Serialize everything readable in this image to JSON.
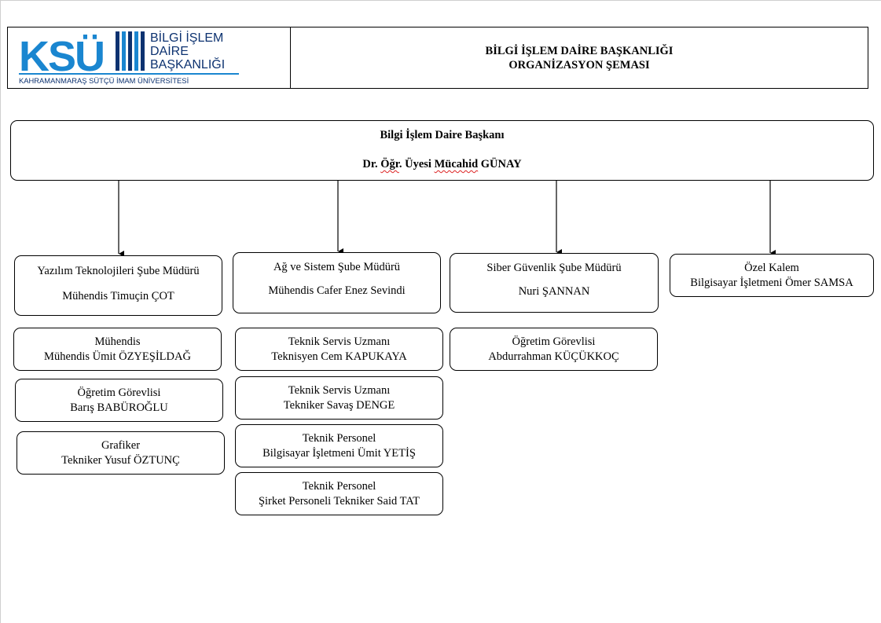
{
  "header": {
    "logo": {
      "acronym": "KSÜ",
      "unit_line1": "BİLGİ İŞLEM",
      "unit_line2": "DAİRE",
      "unit_line3": "BAŞKANLIĞI",
      "university": "KAHRAMANMARAŞ SÜTÇÜ İMAM ÜNİVERSİTESİ",
      "colors": {
        "blue": "#1a86d0",
        "navy": "#0d3270"
      }
    },
    "title_line1": "BİLGİ İŞLEM DAİRE BAŞKANLIĞI",
    "title_line2": "ORGANİZASYON ŞEMASI"
  },
  "head": {
    "role": "Bilgi İşlem Daire Başkanı",
    "name_prefix": "Dr.",
    "name_spell1": "Öğr",
    "name_mid": ". Üyesi",
    "name_spell2": "Mücahid",
    "name_suffix": "GÜNAY"
  },
  "columns": [
    {
      "manager": {
        "role": "Yazılım Teknolojileri Şube Müdürü",
        "name": "Mühendis Timuçin ÇOT"
      },
      "staff": [
        {
          "title": "Mühendis",
          "name": "Mühendis Ümit ÖZYEŞİLDAĞ"
        },
        {
          "title": "Öğretim Görevlisi",
          "name": "Barış BABÜROĞLU"
        },
        {
          "title": "Grafiker",
          "name": "Tekniker Yusuf ÖZTUNÇ"
        }
      ]
    },
    {
      "manager": {
        "role": "Ağ ve Sistem Şube Müdürü",
        "name": "Mühendis Cafer Enez Sevindi"
      },
      "staff": [
        {
          "title": "Teknik Servis Uzmanı",
          "name": "Teknisyen Cem KAPUKAYA"
        },
        {
          "title": "Teknik Servis Uzmanı",
          "name": "Tekniker Savaş DENGE"
        },
        {
          "title": "Teknik Personel",
          "name": "Bilgisayar İşletmeni Ümit YETİŞ"
        },
        {
          "title": "Teknik Personel",
          "name": "Şirket Personeli Tekniker Said TAT"
        }
      ]
    },
    {
      "manager": {
        "role": "Siber Güvenlik Şube Müdürü",
        "name": "Nuri ŞANNAN"
      },
      "staff": [
        {
          "title": "Öğretim Görevlisi",
          "name": "Abdurrahman KÜÇÜKKOÇ"
        }
      ]
    },
    {
      "manager": {
        "role": "Özel Kalem",
        "name": "Bilgisayar İşletmeni Ömer SAMSA"
      },
      "staff": []
    }
  ],
  "colors": {
    "spellcheck_underline": "#dd2222",
    "border": "#000000"
  }
}
